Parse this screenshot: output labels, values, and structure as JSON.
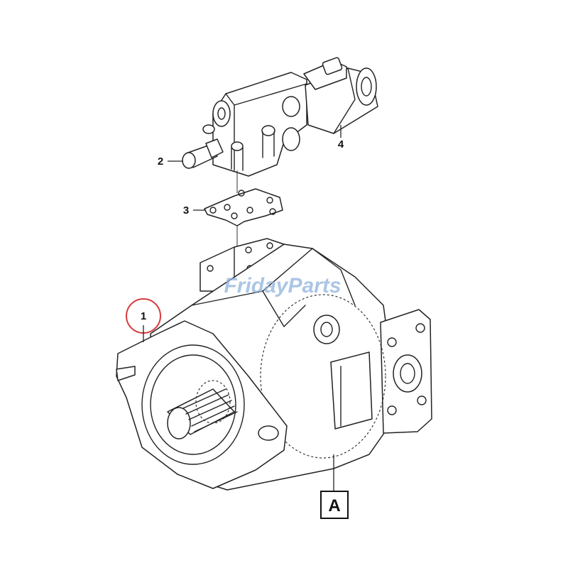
{
  "callouts": {
    "part_1": "1",
    "part_2": "2",
    "part_3": "3",
    "part_4": "4",
    "detail_a": "A"
  },
  "watermark": {
    "brand": "FridayParts"
  },
  "colors": {
    "highlight_circle": "#d63b3b",
    "watermark": "#8fb3dd",
    "line": "#222222"
  }
}
